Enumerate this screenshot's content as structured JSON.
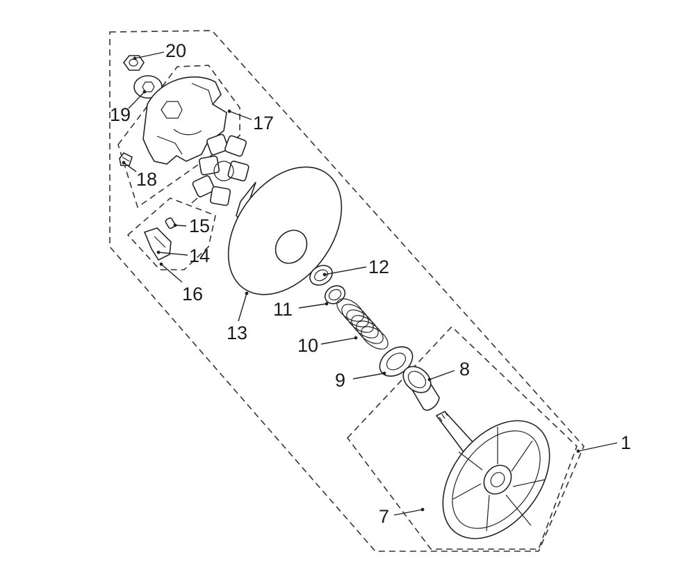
{
  "callouts": {
    "c1": "1",
    "c7": "7",
    "c8": "8",
    "c9": "9",
    "c10": "10",
    "c11": "11",
    "c12": "12",
    "c13": "13",
    "c14": "14",
    "c15": "15",
    "c16": "16",
    "c17": "17",
    "c18": "18",
    "c19": "19",
    "c20": "20"
  }
}
